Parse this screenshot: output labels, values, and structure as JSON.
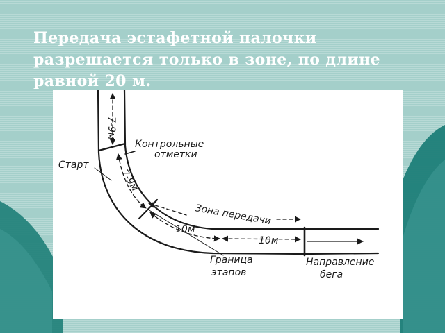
{
  "slide": {
    "title": "Передача эстафетной палочки разрешается только в зоне, по длине равной 20 м."
  },
  "diagram": {
    "labels": {
      "top_segment": "7-9м",
      "control_marks_line1": "Контрольные",
      "control_marks_line2": "отметки",
      "start": "Старт",
      "curve_segment": "7-9м",
      "handoff_zone": "Зона передачи",
      "dist_first": "10м",
      "dist_second": "10м",
      "stage_border_line1": "Граница",
      "stage_border_line2": "этапов",
      "direction_line1": "Направление",
      "direction_line2": "бега"
    }
  },
  "colors": {
    "background": "#a4cfca",
    "wave_dark": "#1e7e78",
    "wave_mid": "#3f9a94",
    "title": "#ffffff",
    "ink": "#1a1a1a"
  }
}
